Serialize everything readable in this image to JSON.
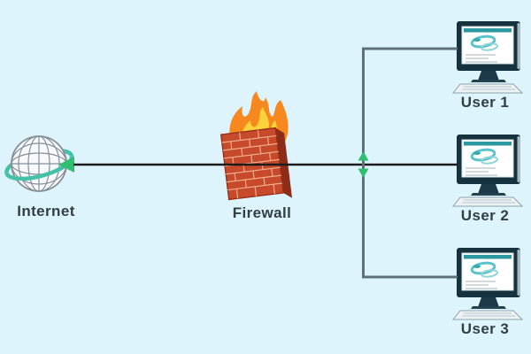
{
  "diagram": {
    "background_color": "#def4fd",
    "internet": {
      "label": "Internet",
      "icon": "globe-orbit-icon"
    },
    "firewall": {
      "label": "Firewall",
      "icon": "brick-wall-flame-icon"
    },
    "users": [
      {
        "label": "User 1",
        "icon": "desktop-computer-icon"
      },
      {
        "label": "User 2",
        "icon": "desktop-computer-icon"
      },
      {
        "label": "User 3",
        "icon": "desktop-computer-icon"
      }
    ],
    "connections": [
      {
        "from": "Internet",
        "to": "Firewall"
      },
      {
        "from": "Firewall",
        "to": "User 1"
      },
      {
        "from": "Firewall",
        "to": "User 2"
      },
      {
        "from": "Firewall",
        "to": "User 3"
      }
    ],
    "colors": {
      "background": "#def4fd",
      "label_text": "#333e44",
      "main_line": "#1c1c1c",
      "branch_line": "#5f7078",
      "junction_green": "#2fbf71",
      "orbit_teal": "#45c0a9",
      "brick_red": "#c74a2b",
      "brick_side": "#8d2d19",
      "mortar": "#f0ad8e",
      "flame_orange": "#f6881f",
      "flame_yellow": "#ffd23c",
      "monitor_frame": "#16323e",
      "screen_accent_teal": "#2e98a0"
    }
  }
}
